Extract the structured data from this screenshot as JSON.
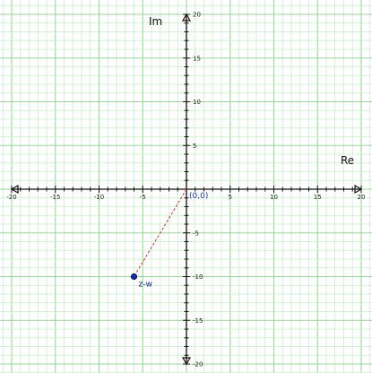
{
  "chart_data": {
    "type": "scatter",
    "xlabel": "Re",
    "ylabel": "Im",
    "xlim": [
      -20,
      20
    ],
    "ylim": [
      -20,
      20
    ],
    "x_ticks": [
      -20,
      -15,
      -10,
      -5,
      5,
      10,
      15,
      20
    ],
    "y_ticks": [
      -20,
      -15,
      -10,
      -5,
      5,
      10,
      15,
      20
    ],
    "origin_label": "(0,0)",
    "minor_grid_step": 1,
    "major_grid_step": 5,
    "grid": true,
    "points": [
      {
        "label": "z-w",
        "x": -6,
        "y": -10,
        "color": "#1a2a9c"
      }
    ],
    "segment": {
      "from": [
        0,
        0
      ],
      "to": [
        -6,
        -10
      ],
      "style": "dashed",
      "color": "#c0392b"
    }
  },
  "colors": {
    "minor_grid": "#c8ecc8",
    "major_grid": "#9ad69a",
    "axis": "#111111"
  }
}
